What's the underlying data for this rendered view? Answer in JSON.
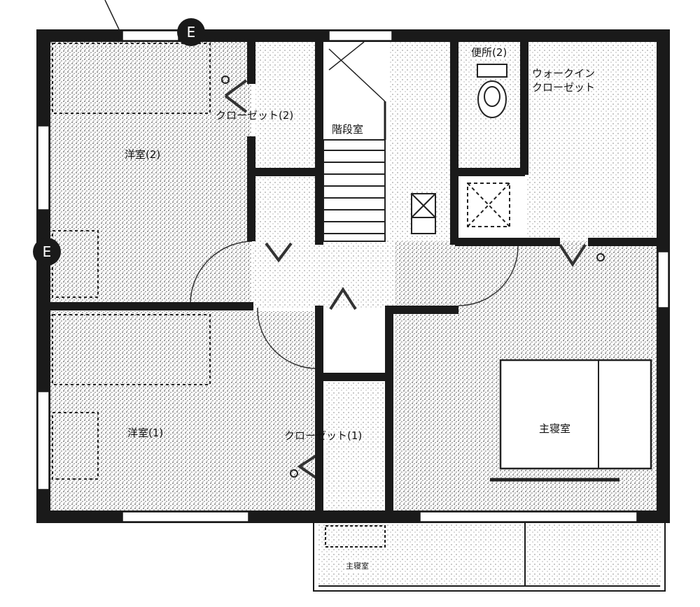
{
  "labels": {
    "closet2": "クローゼット(2)",
    "stairs": "階段室",
    "toilet2": "便所(2)",
    "walkin_line1": "ウォークイン",
    "walkin_line2": "クローゼット",
    "western2": "洋室(2)",
    "western1": "洋室(1)",
    "closet1": "クローゼット(1)",
    "master": "主寝室",
    "balcony": "主寝室"
  },
  "markers": {
    "top": "E",
    "left": "E"
  },
  "colors": {
    "wall": "#1a1a1a",
    "floor": "#cfcfcf",
    "floor_light": "#e4e4e4",
    "line": "#333333"
  }
}
